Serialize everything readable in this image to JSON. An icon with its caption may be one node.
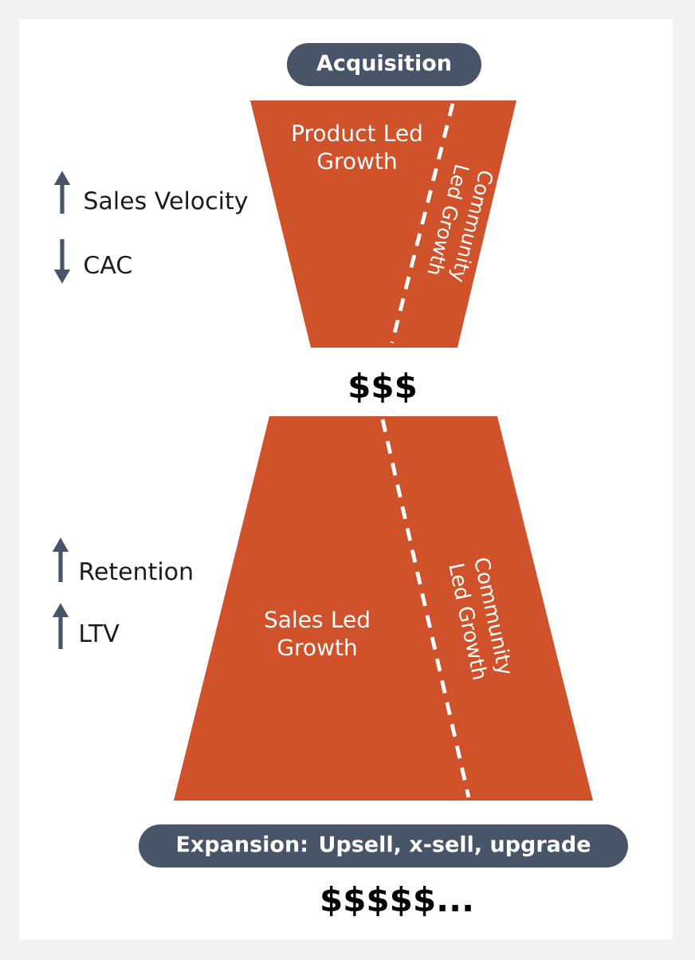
{
  "diagram": {
    "nodes": [
      {
        "text": [
          "Acquisition"
        ]
      },
      {
        "text": [
          "Product Led Growth",
          "Community Led Growth"
        ]
      },
      {
        "text": [
          "Sales Led Growth",
          "Community Led Growth"
        ]
      },
      {
        "text": [
          "Expansion: Upsell, x-sell, upgrade"
        ]
      }
    ],
    "labels": [
      "Sales Velocity",
      "CAC",
      "$$$",
      "Retention",
      "LTV",
      "$$$$$..."
    ]
  }
}
